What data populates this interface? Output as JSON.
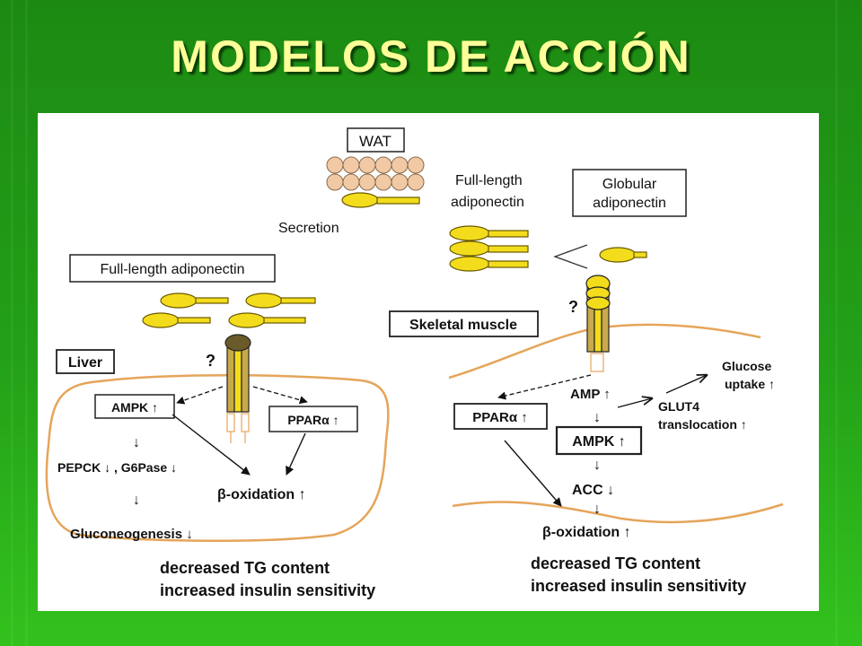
{
  "slide": {
    "title": "MODELOS DE ACCIÓN"
  },
  "diagram": {
    "wat": "WAT",
    "secretion": "Secretion",
    "full_length_line1": "Full-length",
    "full_length_line2": "adiponectin",
    "globular_line1": "Globular",
    "globular_line2": "adiponectin",
    "full_length_adiponectin": "Full-length adiponectin",
    "skeletal_muscle": "Skeletal muscle",
    "liver": "Liver",
    "question_left": "?",
    "question_right": "?",
    "liver_ampk": "AMPK ↑",
    "liver_ppar": "PPARα ↑",
    "pepck": "PEPCK ↓ , G6Pase ↓",
    "liver_beta_ox": "β-oxidation ↑",
    "gluconeogenesis": "Gluconeogenesis ↓",
    "liver_outcome_1": "decreased TG content",
    "liver_outcome_2": "increased insulin sensitivity",
    "amp": "AMP ↑",
    "muscle_ppar": "PPARα ↑",
    "muscle_ampk": "AMPK ↑",
    "glut4_line1": "GLUT4",
    "glut4_line2": "translocation ↑",
    "glucose_line1": "Glucose",
    "glucose_line2": "uptake ↑",
    "acc": "ACC ↓",
    "muscle_beta_ox": "β-oxidation ↑",
    "muscle_outcome_1": "decreased TG content",
    "muscle_outcome_2": "increased insulin sensitivity"
  }
}
